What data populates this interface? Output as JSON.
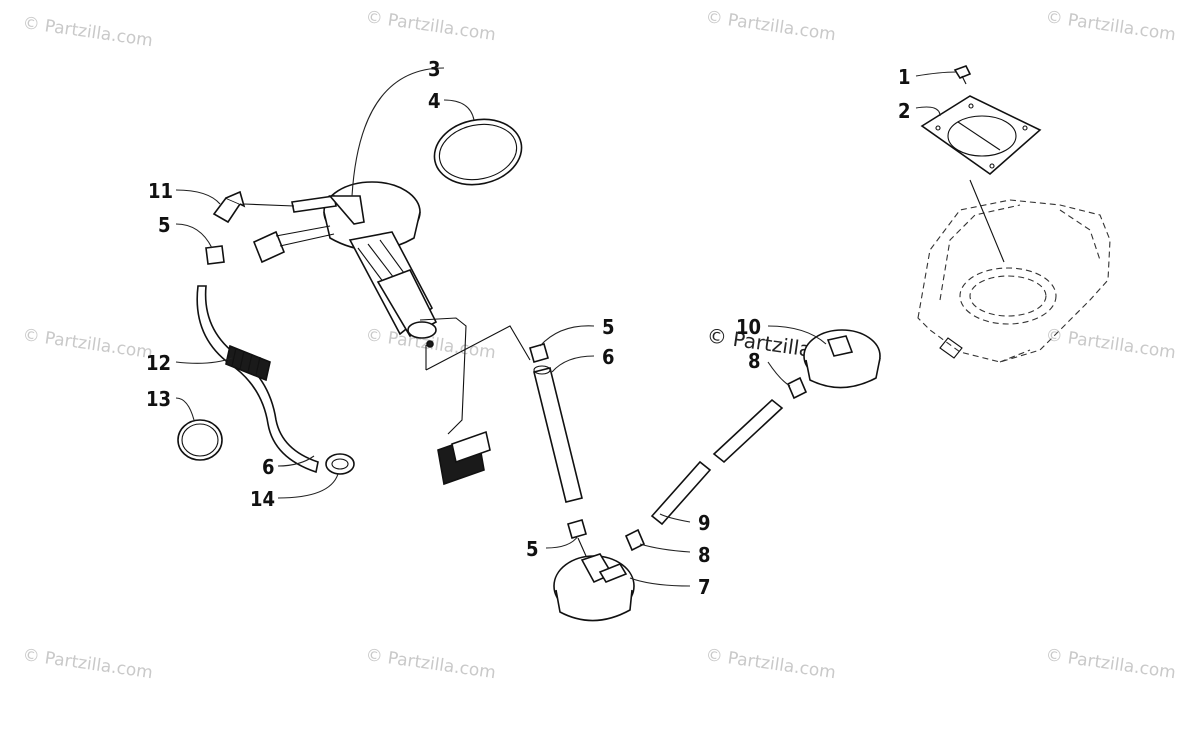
{
  "watermarks": [
    "© Partzilla.com",
    "© Partzilla.com",
    "© Partzilla.com",
    "© Partzilla.com",
    "© Partzilla.com",
    "© Partzilla.com",
    "© Partzilla.com",
    "© Partzilla.com",
    "© Partzilla.com",
    "© Partzilla.com",
    "© Partzilla.com",
    "© Partzilla.com"
  ],
  "center_watermark": "© Partzilla.com",
  "callouts": {
    "c1": "1",
    "c2": "2",
    "c3": "3",
    "c4": "4",
    "c5a": "5",
    "c5b": "5",
    "c5c": "5",
    "c6a": "6",
    "c6b": "6",
    "c7": "7",
    "c8a": "8",
    "c8b": "8",
    "c9": "9",
    "c10": "10",
    "c11": "11",
    "c12": "12",
    "c13": "13",
    "c14": "14"
  }
}
